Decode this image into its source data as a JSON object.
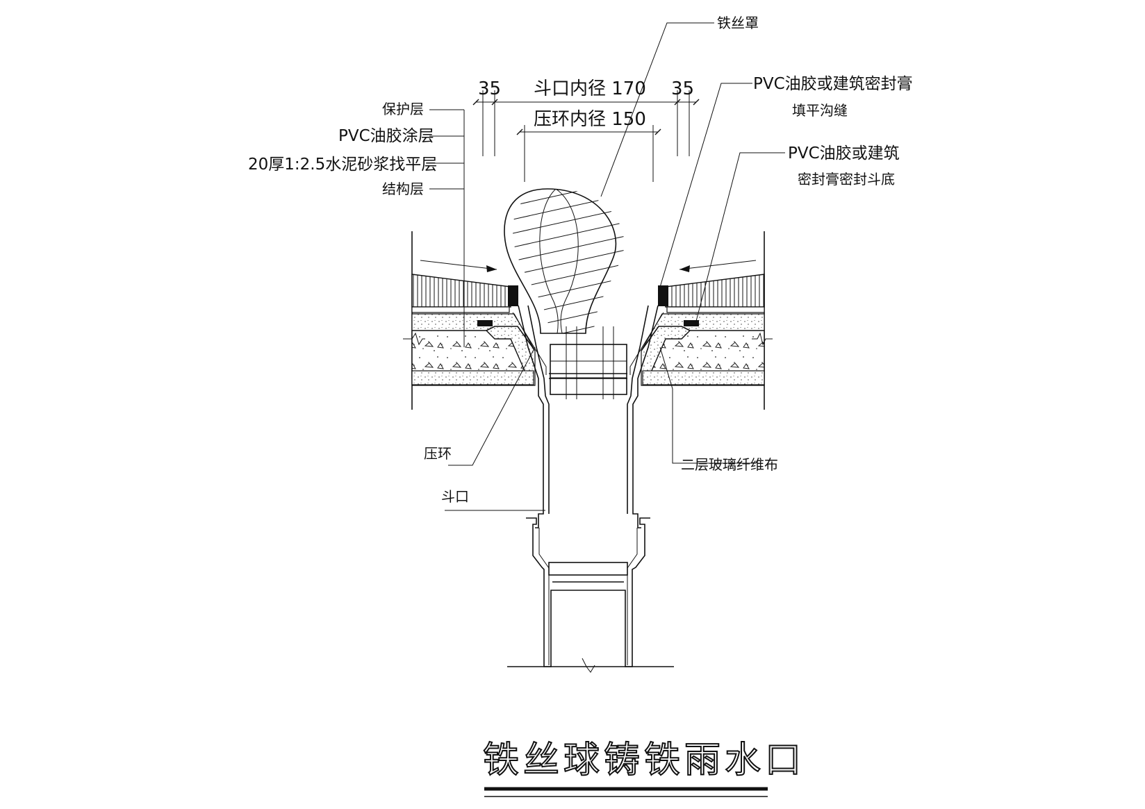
{
  "title": "铁丝球铸铁雨水口",
  "dimensions": {
    "left_offset": "35",
    "right_offset": "35",
    "outlet_inner_diameter": "斗口内径 170",
    "ring_inner_diameter": "压环内径 150"
  },
  "labels": {
    "wire_cover": "铁丝罩",
    "protective_layer": "保护层",
    "pvc_coating": "PVC油胶涂层",
    "mortar_layer": "20厚1:2.5水泥砂浆找平层",
    "structure_layer": "结构层",
    "sealant_joint_line1": "PVC油胶或建筑密封膏",
    "sealant_joint_line2": "填平沟缝",
    "sealant_bottom_line1": "PVC油胶或建筑",
    "sealant_bottom_line2": "密封膏密封斗底",
    "press_ring": "压环",
    "outlet": "斗口",
    "fiberglass": "二层玻璃纤维布"
  }
}
